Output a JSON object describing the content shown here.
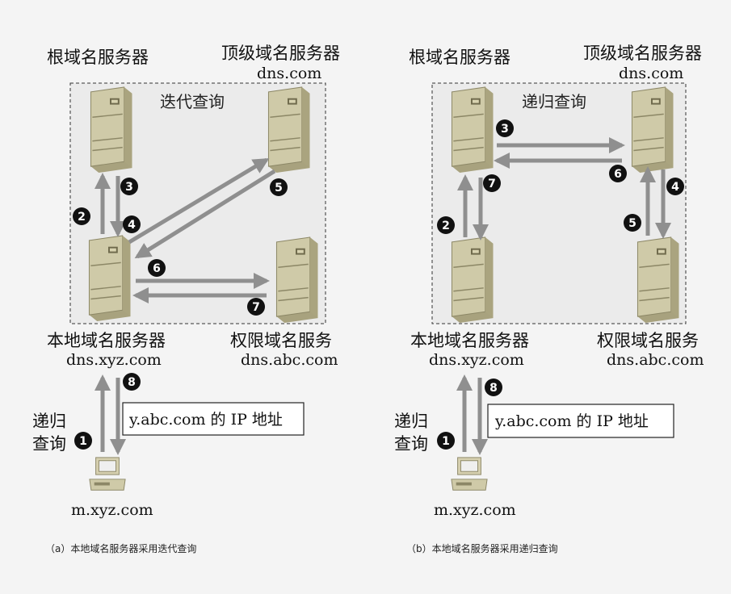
{
  "panels": [
    {
      "id": "a",
      "mode_title": "迭代查询",
      "root_label": "根域名服务器",
      "tld_label": "顶级域名服务器",
      "tld_host": "dns.com",
      "local_label": "本地域名服务器",
      "local_host": "dns.xyz.com",
      "auth_label": "权限域名服务",
      "auth_host": "dns.abc.com",
      "client_host": "m.xyz.com",
      "client_query_line1": "递归",
      "client_query_line2": "查询",
      "response_box": "y.abc.com 的 IP 地址",
      "caption": "（a）本地域名服务器采用迭代查询",
      "steps": [
        "1",
        "2",
        "3",
        "4",
        "5",
        "6",
        "7",
        "8"
      ]
    },
    {
      "id": "b",
      "mode_title": "递归查询",
      "root_label": "根域名服务器",
      "tld_label": "顶级域名服务器",
      "tld_host": "dns.com",
      "local_label": "本地域名服务器",
      "local_host": "dns.xyz.com",
      "auth_label": "权限域名服务",
      "auth_host": "dns.abc.com",
      "client_host": "m.xyz.com",
      "client_query_line1": "递归",
      "client_query_line2": "查询",
      "response_box": "y.abc.com 的 IP 地址",
      "caption": "（b）本地域名服务器采用递归查询",
      "steps": [
        "1",
        "2",
        "3",
        "4",
        "5",
        "6",
        "7",
        "8"
      ]
    }
  ],
  "colors": {
    "server_face": "#c9c4a2",
    "server_side": "#a8a27e",
    "arrow": "#8f8f8f",
    "step_badge": "#111111",
    "dashed_box": "#333333"
  }
}
